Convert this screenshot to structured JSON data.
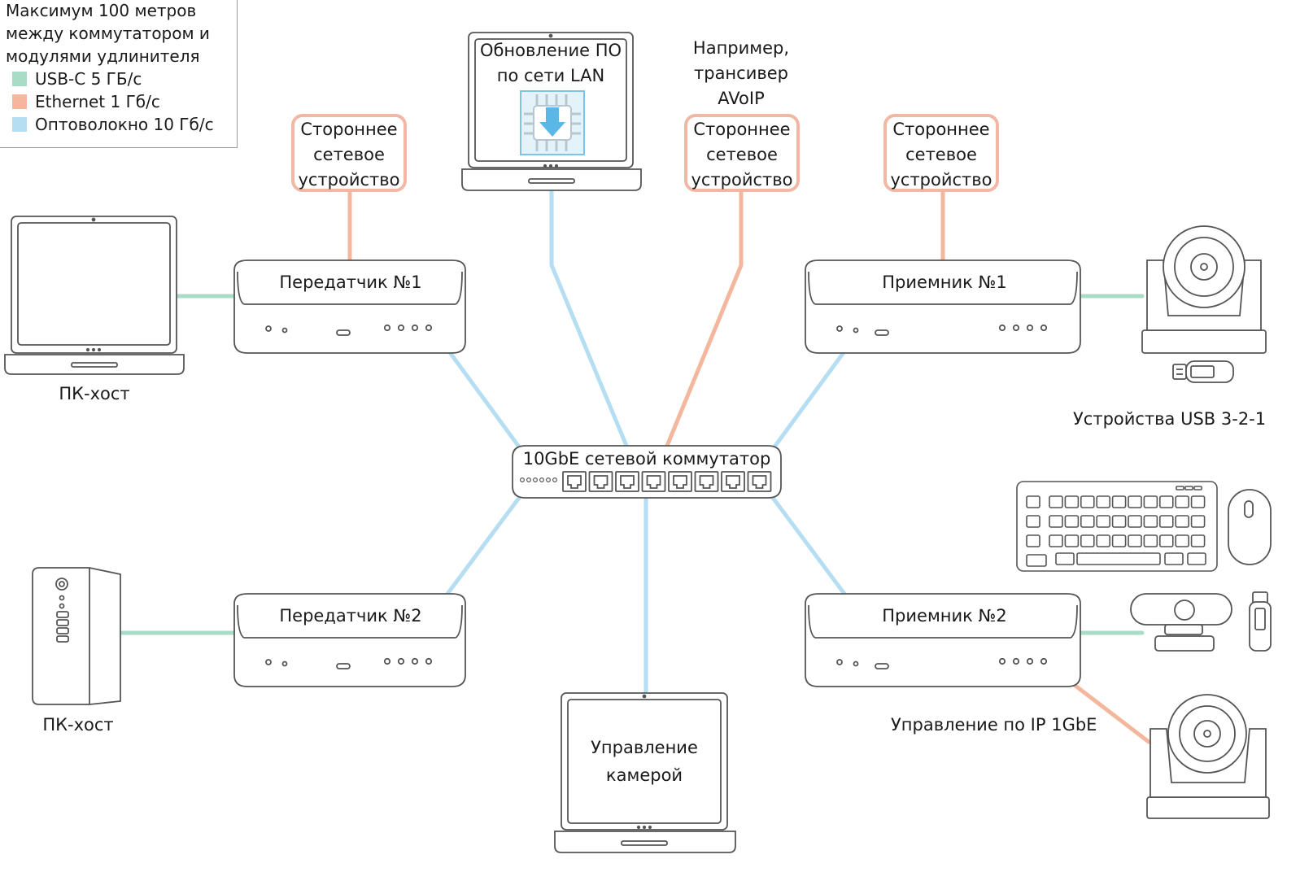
{
  "legend": {
    "title_lines": [
      "Максимум 100 метров",
      "между коммутатором и",
      "модулями удлинителя"
    ],
    "items": [
      {
        "label": "USB-C 5 ГБ/с",
        "color": "#a8dcc6"
      },
      {
        "label": "Ethernet 1 Гб/с",
        "color": "#f4b79e"
      },
      {
        "label": "Оптоволокно 10 Гб/с",
        "color": "#b6def3"
      }
    ]
  },
  "colors": {
    "usb": "#a8dcc6",
    "ethernet": "#f4b79e",
    "fiber": "#b6def3",
    "outline": "#555555"
  },
  "switch": {
    "label": "10GbE сетевой коммутатор"
  },
  "transmitter1": {
    "label": "Передатчик №1"
  },
  "transmitter2": {
    "label": "Передатчик №2"
  },
  "receiver1": {
    "label": "Приемник №1"
  },
  "receiver2": {
    "label": "Приемник №2"
  },
  "third_party": {
    "line1": "Стороннее",
    "line2": "сетевое",
    "line3": "устройство"
  },
  "avoip_note": {
    "line1": "Например,",
    "line2": "трансивер",
    "line3": "AVoIP"
  },
  "firmware_laptop": {
    "line1": "Обновление ПО",
    "line2": "по сети LAN",
    "icon": "chip-download-icon"
  },
  "camera_control_laptop": {
    "line1": "Управление",
    "line2": "камерой"
  },
  "host_pc_1": {
    "label": "ПК-хост"
  },
  "host_pc_2": {
    "label": "ПК-хост"
  },
  "usb_devices": {
    "label": "Устройства USB 3-2-1"
  },
  "ip_control": {
    "label": "Управление по IP 1GbE"
  }
}
